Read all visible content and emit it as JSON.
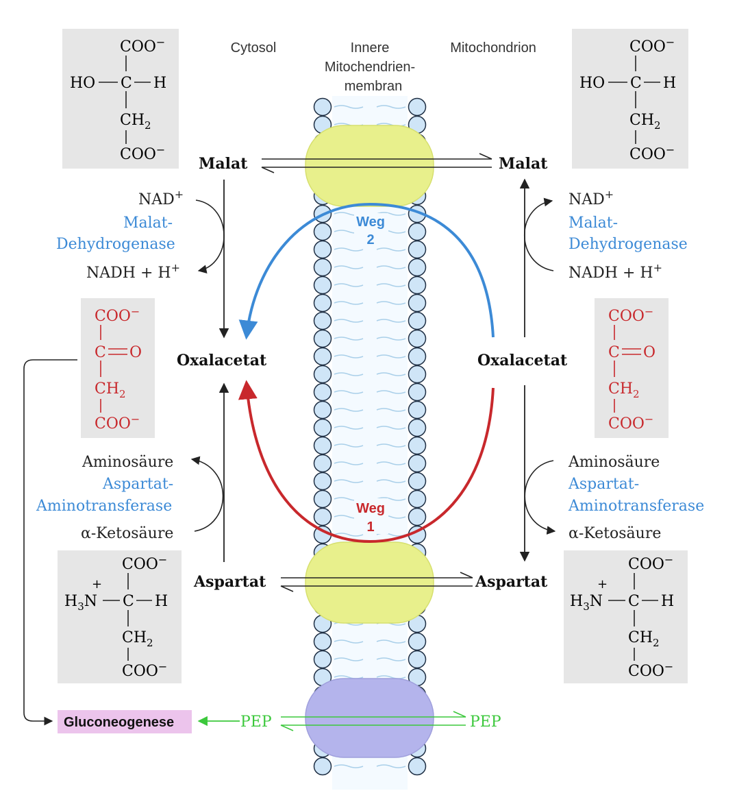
{
  "colors": {
    "enzyme": "#3c8ad6",
    "weg2": "#3c8ad6",
    "weg1": "#c8282c",
    "oxalacetat_struct": "#c8282c",
    "pep": "#3cc83c",
    "transporter_top": "#e8f08c",
    "transporter_bottom": "#b4b4ec",
    "gluconeogenese_bg": "#ecc4ec",
    "lipid_head": "#cfe5f7",
    "lipid_tail": "#a9cfe9"
  },
  "headers": {
    "cytosol": "Cytosol",
    "membrane_line1": "Innere",
    "membrane_line2": "Mitochendrien-",
    "membrane_line3": "membran",
    "mitochondrion": "Mitochondrion"
  },
  "compounds": {
    "malat_left": "Malat",
    "malat_right": "Malat",
    "oxalacetat_left": "Oxalacetat",
    "oxalacetat_right": "Oxalacetat",
    "aspartat_left": "Aspartat",
    "aspartat_right": "Aspartat"
  },
  "reactions": {
    "left_top": {
      "in": "NAD",
      "in_sup": "+",
      "enzyme_line1": "Malat-",
      "enzyme_line2": "Dehydrogenase",
      "out": "NADH + H",
      "out_sup": "+"
    },
    "right_top": {
      "out": "NAD",
      "out_sup": "+",
      "enzyme_line1": "Malat-",
      "enzyme_line2": "Dehydrogenase",
      "in": "NADH + H",
      "in_sup": "+"
    },
    "left_bottom": {
      "out": "Aminosäure",
      "enzyme_line1": "Aspartat-",
      "enzyme_line2": "Aminotransferase",
      "in": "α-Ketosäure"
    },
    "right_bottom": {
      "in": "Aminosäure",
      "enzyme_line1": "Aspartat-",
      "enzyme_line2": "Aminotransferase",
      "out": "α-Ketosäure"
    }
  },
  "structures": {
    "malat": {
      "top": "COO",
      "charge": "−",
      "left": "HO",
      "center": "C",
      "right": "H",
      "mid": "CH",
      "sub": "2",
      "bottom": "COO"
    },
    "oxalacetat": {
      "top": "COO",
      "charge": "−",
      "center": "C",
      "right": "O",
      "mid": "CH",
      "sub": "2",
      "bottom": "COO"
    },
    "aspartat": {
      "top": "COO",
      "charge": "−",
      "left_main": "H",
      "left_sub": "3",
      "left_n": "N",
      "plus": "+",
      "center": "C",
      "right": "H",
      "mid": "CH",
      "sub": "2",
      "bottom": "COO"
    }
  },
  "routes": {
    "weg2_line1": "Weg",
    "weg2_line2": "2",
    "weg1_line1": "Weg",
    "weg1_line2": "1"
  },
  "pep": {
    "left": "PEP",
    "right": "PEP",
    "gluconeogenese": "Gluconeogenese"
  }
}
